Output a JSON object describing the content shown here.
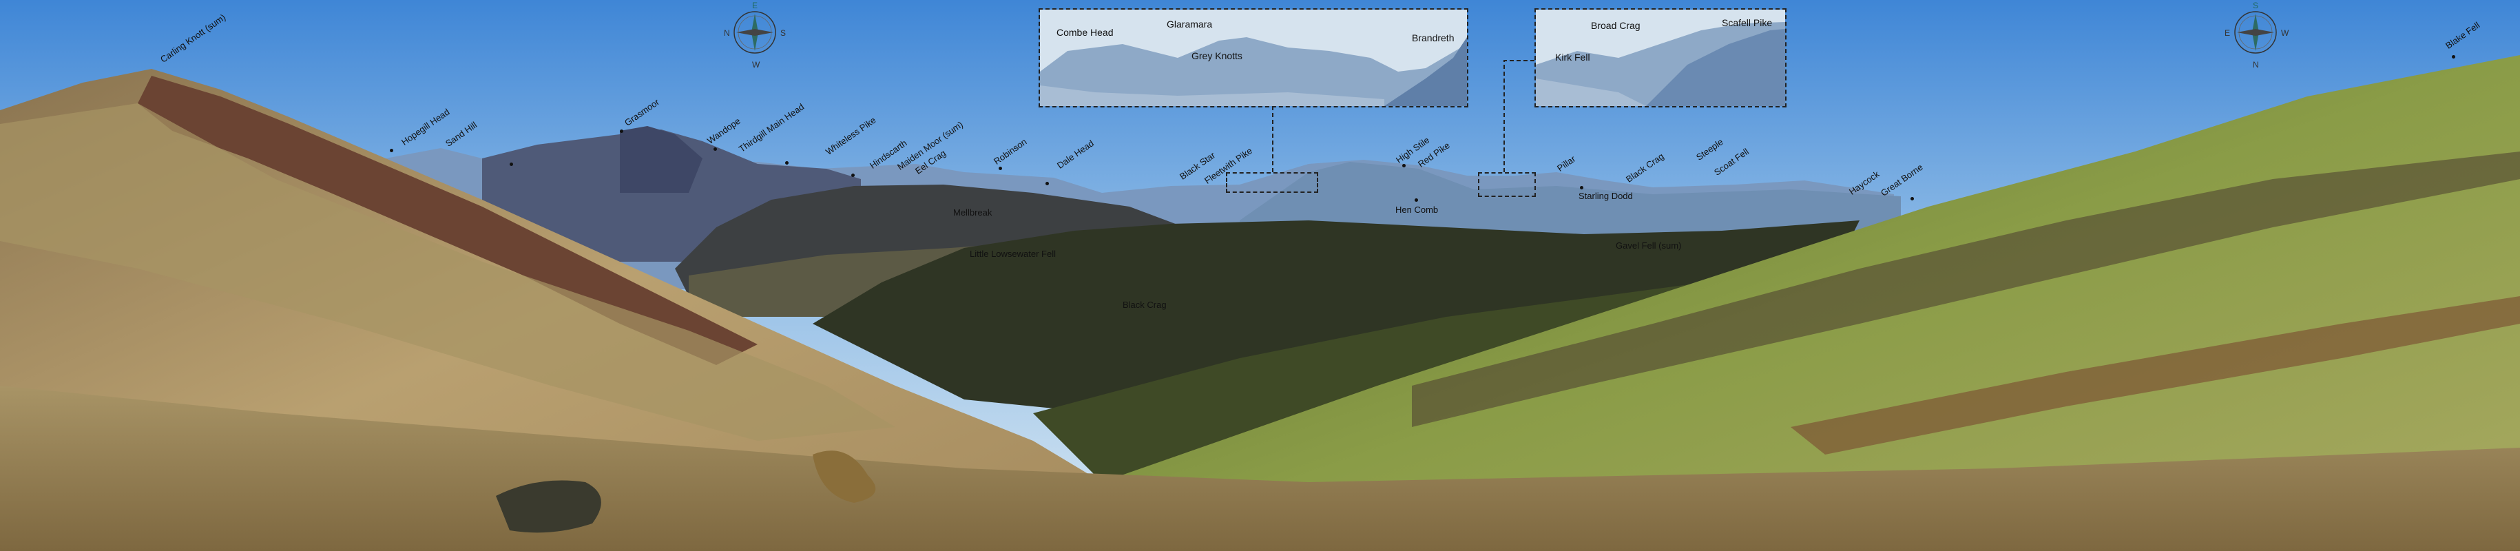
{
  "colors": {
    "sky_top": "#3f86d6",
    "sky_bottom": "#d9e8f2",
    "heather": "#6b4433",
    "grass": "#b9a874",
    "green_slope": "#7b8f3a",
    "shadow_valley": "#2f3524",
    "distant_fell": "#6f8fb3",
    "label": "#111111"
  },
  "compass_left": {
    "icon": "compass-rose-icon",
    "n": "E",
    "s": "W",
    "w": "N",
    "e": "S"
  },
  "compass_right": {
    "icon": "compass-rose-icon",
    "n": "S",
    "s": "N",
    "w": "E",
    "e": "W"
  },
  "labels": [
    {
      "text": "Carling Knott (sum)",
      "style": "rot"
    },
    {
      "text": "Hopegill Head",
      "style": "rot"
    },
    {
      "text": "Sand Hill",
      "style": "rot"
    },
    {
      "text": "Grasmoor",
      "style": "rot"
    },
    {
      "text": "Wandope",
      "style": "rot"
    },
    {
      "text": "Thirdgill Main Head",
      "style": "rot"
    },
    {
      "text": "Whiteless Pike",
      "style": "rot"
    },
    {
      "text": "Hindscarth",
      "style": "rot"
    },
    {
      "text": "Maiden Moor (sum)",
      "style": "rot"
    },
    {
      "text": "Eel Crag",
      "style": "rot"
    },
    {
      "text": "Robinson",
      "style": "rot"
    },
    {
      "text": "Dale Head",
      "style": "rot"
    },
    {
      "text": "Black Star",
      "style": "rot"
    },
    {
      "text": "Fleetwith Pike",
      "style": "rot"
    },
    {
      "text": "High Stile",
      "style": "rot"
    },
    {
      "text": "Red Pike",
      "style": "rot"
    },
    {
      "text": "Pillar",
      "style": "rot"
    },
    {
      "text": "Black Crag",
      "style": "rot"
    },
    {
      "text": "Steeple",
      "style": "rot"
    },
    {
      "text": "Scoat Fell",
      "style": "rot"
    },
    {
      "text": "Haycock",
      "style": "rot"
    },
    {
      "text": "Great Borne",
      "style": "rot"
    },
    {
      "text": "Blake Fell",
      "style": "rot"
    },
    {
      "text": "Mellbreak",
      "style": "flat"
    },
    {
      "text": "Little Lowsewater Fell",
      "style": "flat"
    },
    {
      "text": "Black Crag",
      "style": "flat"
    },
    {
      "text": "Hen Comb",
      "style": "flat"
    },
    {
      "text": "Starling Dodd",
      "style": "flat"
    },
    {
      "text": "Gavel Fell (sum)",
      "style": "flat"
    }
  ],
  "inset_left": {
    "labels": [
      "Combe Head",
      "Glaramara",
      "Grey Knotts",
      "Brandreth"
    ]
  },
  "inset_right": {
    "labels": [
      "Broad Crag",
      "Scafell Pike",
      "Kirk Fell"
    ]
  }
}
